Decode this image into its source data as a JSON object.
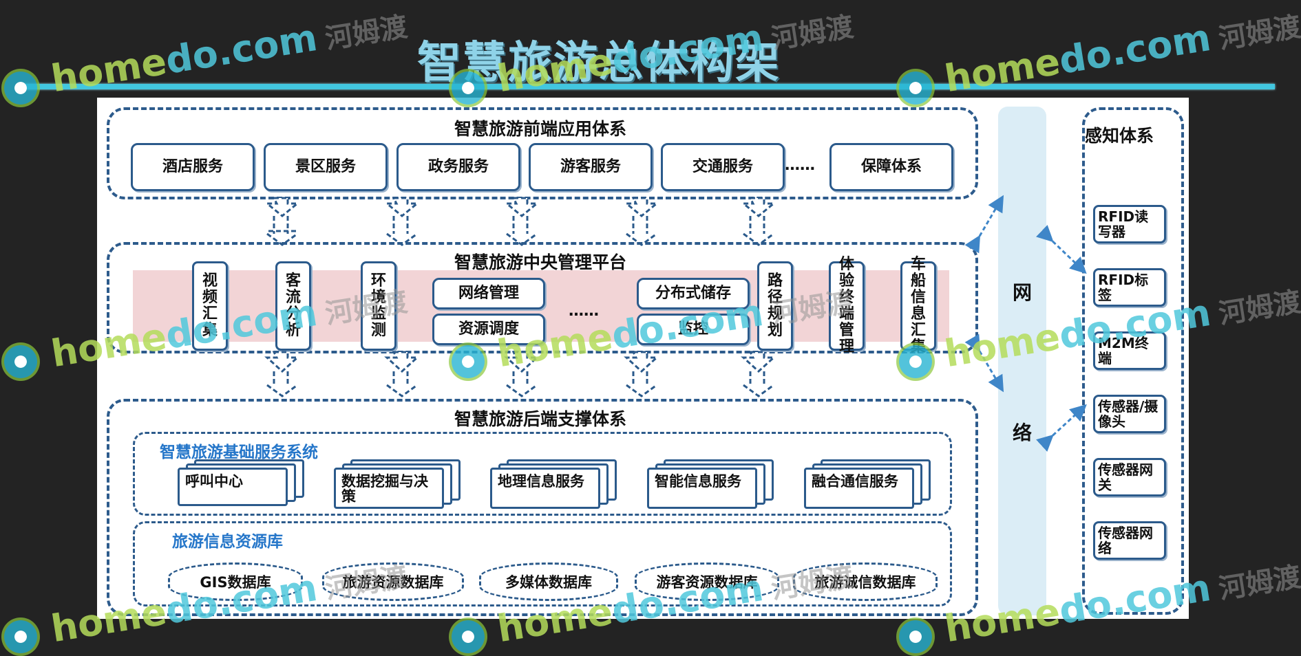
{
  "title": "智慧旅游总体构架",
  "frontend": {
    "title": "智慧旅游前端应用体系",
    "services": [
      "酒店服务",
      "景区服务",
      "政务服务",
      "游客服务",
      "交通服务"
    ],
    "ellipsis": "……",
    "last": "保障体系"
  },
  "central": {
    "title": "智慧旅游中央管理平台",
    "vertical_items": [
      "视频汇集",
      "客流分析",
      "环境监测"
    ],
    "mid_items": [
      "网络管理",
      "资源调度"
    ],
    "ellipsis": "……",
    "right_items": [
      "分布式储存",
      "监控"
    ],
    "vertical_items_right": [
      "路径规划",
      "体验终端管理",
      "车船信息汇集"
    ]
  },
  "backend": {
    "title": "智慧旅游后端支撑体系",
    "basic_services": {
      "title": "智慧旅游基础服务系统",
      "items": [
        "呼叫中心",
        "数据挖掘与决策",
        "地理信息服务",
        "智能信息服务",
        "融合通信服务"
      ]
    },
    "resource_db": {
      "title": "旅游信息资源库",
      "items": [
        "GIS数据库",
        "旅游资源数据库",
        "多媒体数据库",
        "游客资源数据库",
        "旅游诚信数据库"
      ]
    }
  },
  "network": {
    "chars": [
      "网",
      "络"
    ]
  },
  "sensing": {
    "title": "感知体系",
    "items": [
      "RFID读写器",
      "RFID标签",
      "M2M终端",
      "传感器/摄像头",
      "传感器网关",
      "传感器网络"
    ]
  },
  "watermark": {
    "brand_a": "home",
    "brand_b": "do",
    "domain": ".com",
    "cn": "河姆渡"
  },
  "colors": {
    "title": "#8fd3e8",
    "rule": "#42c7e0",
    "border": "#2b5a8b",
    "blue_text": "#2576c9",
    "network": "#dbedf6",
    "band": "#f2d4d6"
  }
}
